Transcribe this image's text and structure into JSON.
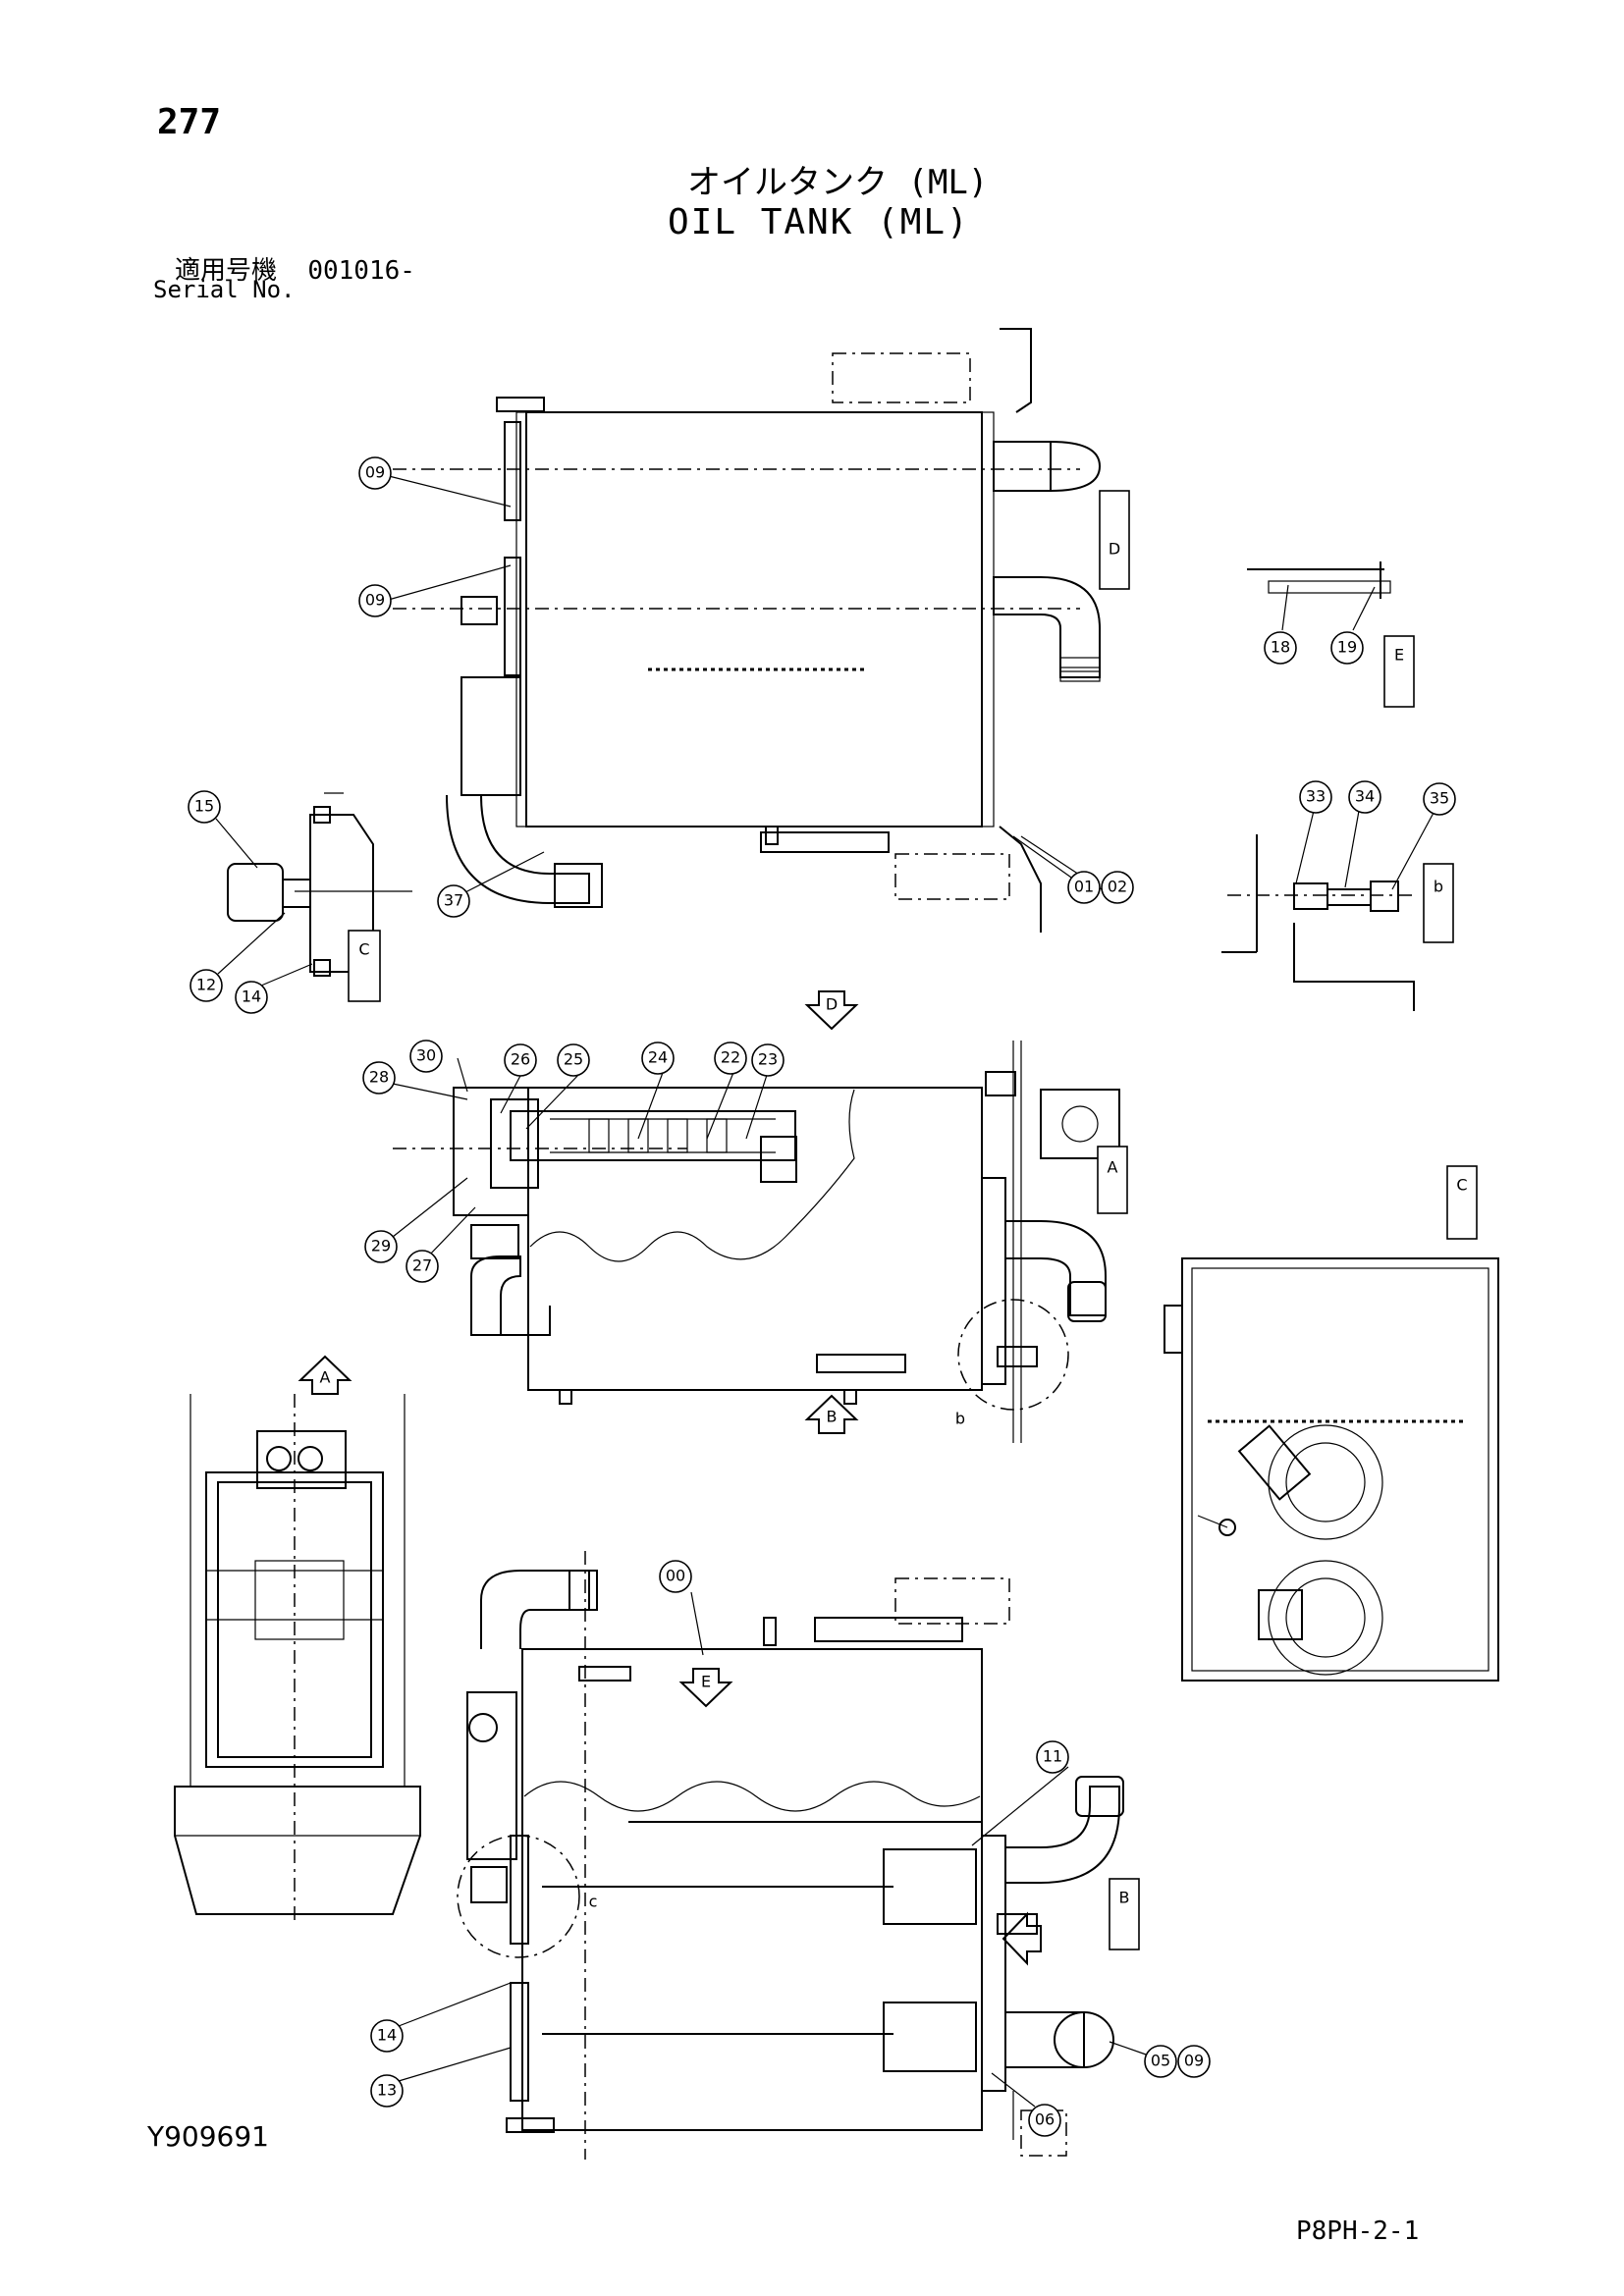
{
  "header": {
    "page_number": "277",
    "title_jp": "オイルタンク (ML)",
    "title_en": "OIL TANK (ML)",
    "serial_label_jp": "適用号機",
    "serial_value": "001016-",
    "serial_label_en": "Serial No."
  },
  "footer": {
    "doc_id": "Y909691",
    "page_code": "P8PH-2-1"
  },
  "callouts": [
    "09",
    "09",
    "15",
    "12",
    "14",
    "37",
    "01",
    "02",
    "18",
    "19",
    "33",
    "34",
    "35",
    "28",
    "30",
    "26",
    "25",
    "24",
    "22",
    "23",
    "29",
    "27",
    "00",
    "11",
    "14",
    "13",
    "06",
    "05",
    "09"
  ],
  "view_labels": {
    "view_d": "D",
    "section_e": "E",
    "detail_c": "C",
    "detail_b": "b",
    "view_a": "A",
    "view_c": "C",
    "view_b": "B",
    "arrow_d": "D",
    "arrow_b": "B",
    "arrow_a": "A",
    "arrow_e": "E",
    "b_ref": "b",
    "c_ref": "c"
  }
}
